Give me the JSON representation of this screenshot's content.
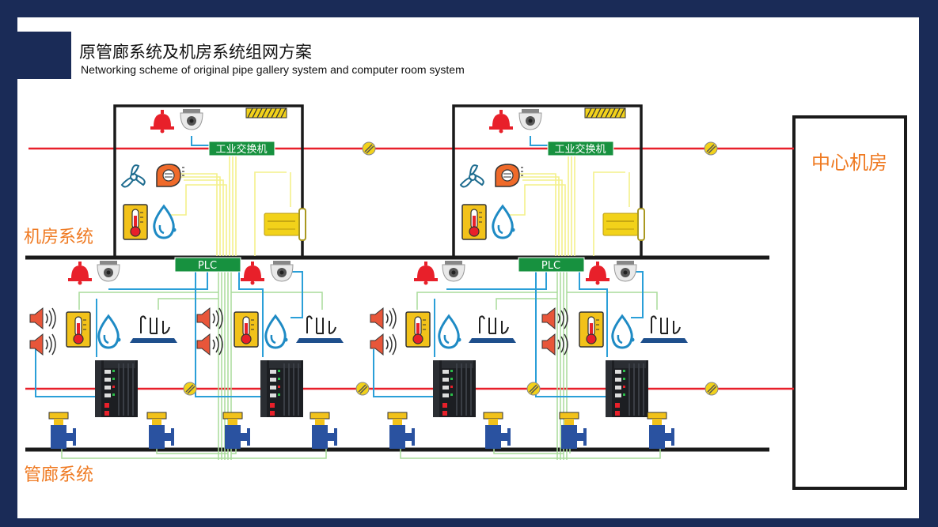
{
  "header": {
    "title_zh": "原管廊系统及机房系统组网方案",
    "subtitle_en": "Networking scheme of original pipe gallery system and computer room system"
  },
  "labels": {
    "room_system": "机房系统",
    "gallery_system": "管廊系统",
    "center_room": "中心机房",
    "switch": "工业交换机",
    "plc": "PLC"
  },
  "colors": {
    "frame": "#1a2b57",
    "ring_red": "#e8202a",
    "accent_orange": "#ef7a22",
    "green_box": "#17913f",
    "fiber_yellow": "#f3f08a",
    "cable_blue": "#2a9fd8",
    "cable_green": "#a9dc9a"
  }
}
